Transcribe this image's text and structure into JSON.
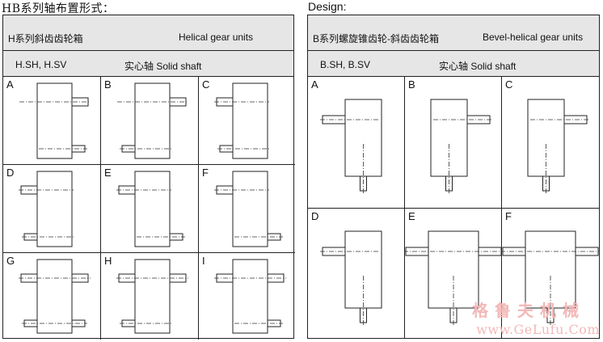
{
  "left_title": "HB系列轴布置形式：",
  "right_title": "Design:",
  "left_panel": {
    "header_cn": "H系列斜齿齿轮箱",
    "header_en": "Helical gear units",
    "sub_codes": "H.SH,  H.SV",
    "sub_type": "实心轴 Solid shaft",
    "cells": [
      {
        "label": "A",
        "top": "right",
        "bottom": "right"
      },
      {
        "label": "B",
        "top": "right",
        "bottom": "left"
      },
      {
        "label": "C",
        "top": "left",
        "bottom": "left"
      },
      {
        "label": "D",
        "top": "left",
        "bottom": "left"
      },
      {
        "label": "E",
        "top": "left",
        "bottom": "right"
      },
      {
        "label": "F",
        "top": "left",
        "bottom": "right"
      },
      {
        "label": "G",
        "top": "both",
        "bottom": "both"
      },
      {
        "label": "H",
        "top": "both",
        "bottom": "left"
      },
      {
        "label": "I",
        "top": "both",
        "bottom": "right"
      }
    ]
  },
  "right_panel": {
    "header_cn": "B系列螺旋锥齿轮-斜齿齿轮箱",
    "header_en": "Bevel-helical gear units",
    "sub_codes": "B.SH,  B.SV",
    "sub_type": "实心轴 Solid shaft",
    "cells": [
      {
        "label": "A",
        "shaft": "left"
      },
      {
        "label": "B",
        "shaft": "right"
      },
      {
        "label": "C",
        "shaft": "right"
      },
      {
        "label": "D",
        "shaft": "left"
      },
      {
        "label": "E",
        "shaft": "both"
      },
      {
        "label": "F",
        "shaft": "both"
      }
    ]
  },
  "watermark": {
    "cn": "格鲁夫机械",
    "url": "www.GeLufu.Com"
  }
}
